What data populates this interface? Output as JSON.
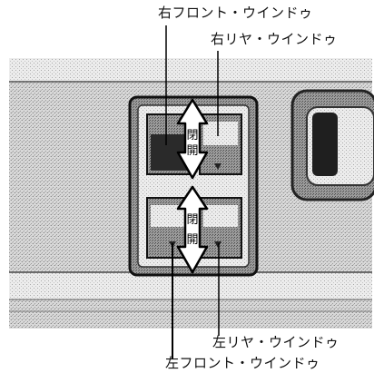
{
  "labels": {
    "right_front": "右フロント・ウインドゥ",
    "right_rear": "右リヤ・ウインドゥ",
    "left_rear": "左リヤ・ウインドゥ",
    "left_front": "左フロント・ウインドゥ"
  },
  "arrows": {
    "top_close": "閉",
    "top_open": "開",
    "bottom_close": "閉",
    "bottom_open": "開"
  }
}
